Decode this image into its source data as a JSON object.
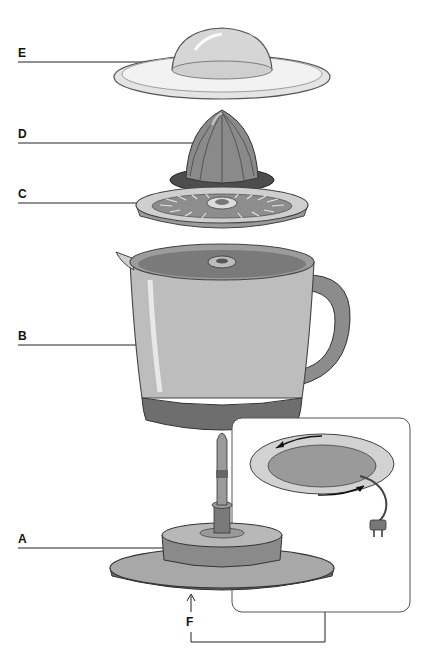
{
  "diagram": {
    "labels": [
      "E",
      "D",
      "C",
      "B",
      "A",
      "F"
    ]
  }
}
